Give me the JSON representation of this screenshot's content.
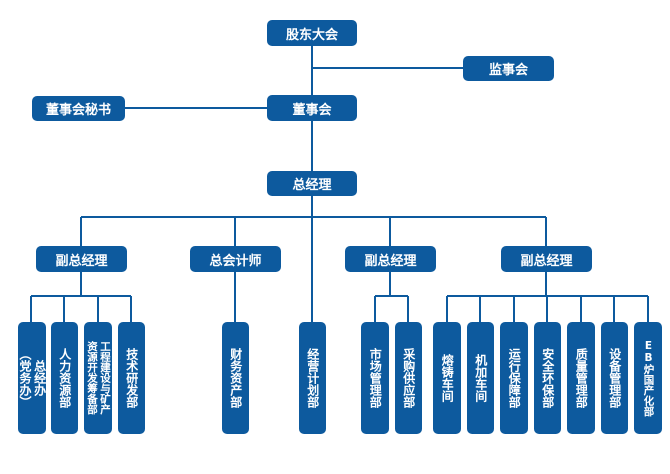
{
  "colors": {
    "node_fill": "#0d5a9e",
    "connector": "#0d5a9e",
    "text": "#ffffff"
  },
  "org": {
    "shareholders": "股东大会",
    "supervisors": "监事会",
    "board": "董事会",
    "board_secretary": "董事会秘书",
    "gm": "总经理",
    "vp1": "副总经理",
    "chief_accountant": "总会计师",
    "vp2": "副总经理",
    "vp3": "副总经理",
    "departments": {
      "gm_office": [
        "总经办",
        "（党务办）"
      ],
      "hr": [
        "人力资源部"
      ],
      "engineering": [
        "工程建设与矿产",
        "资源开发筹备部"
      ],
      "tech_rd": [
        "技术研发部"
      ],
      "finance": [
        "财务资产部"
      ],
      "planning": [
        "经营计划部"
      ],
      "market": [
        "市场管理部"
      ],
      "procurement": [
        "采购供应部"
      ],
      "smelting": [
        "熔铸车间"
      ],
      "machining": [
        "机加车间"
      ],
      "operations": [
        "运行保障部"
      ],
      "safety": [
        "安全环保部"
      ],
      "quality": [
        "质量管理部"
      ],
      "equipment": [
        "设备管理部"
      ],
      "eb_furnace": [
        "EB炉国产化部"
      ]
    }
  }
}
